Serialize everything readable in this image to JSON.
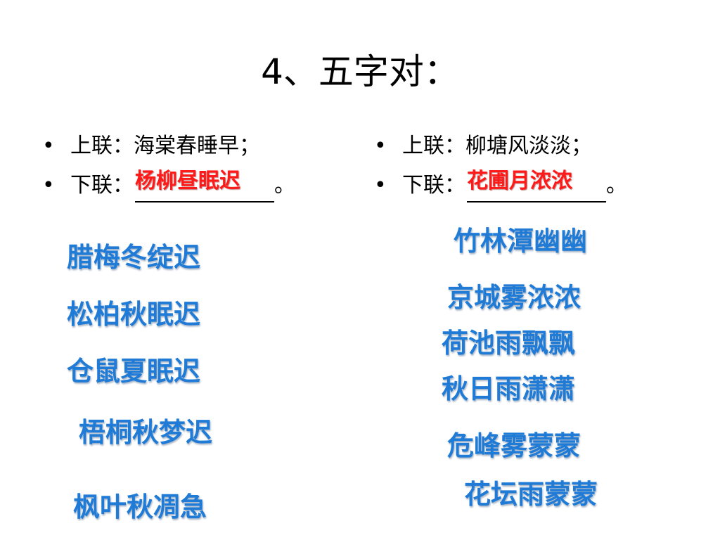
{
  "title": "4、五字对：",
  "left": {
    "upper_label": "上联：",
    "upper_text": "海棠春睡早；",
    "lower_label": "下联：",
    "answer": "杨柳昼眠迟",
    "period": "。"
  },
  "right": {
    "upper_label": "上联：",
    "upper_text": "柳塘风淡淡；",
    "lower_label": "下联：",
    "answer": "花圃月浓浓",
    "period": "。"
  },
  "left_options": [
    "腊梅冬绽迟",
    "松柏秋眠迟",
    "仓鼠夏眠迟",
    "梧桐秋梦迟",
    "枫叶秋凋急"
  ],
  "right_options": [
    "竹林潭幽幽",
    "京城雾浓浓",
    "荷池雨飘飘",
    "秋日雨潇潇",
    "危峰雾蒙蒙",
    "花坛雨蒙蒙"
  ],
  "colors": {
    "answer": "#ff1a1a",
    "options": "#1f7bd6"
  }
}
